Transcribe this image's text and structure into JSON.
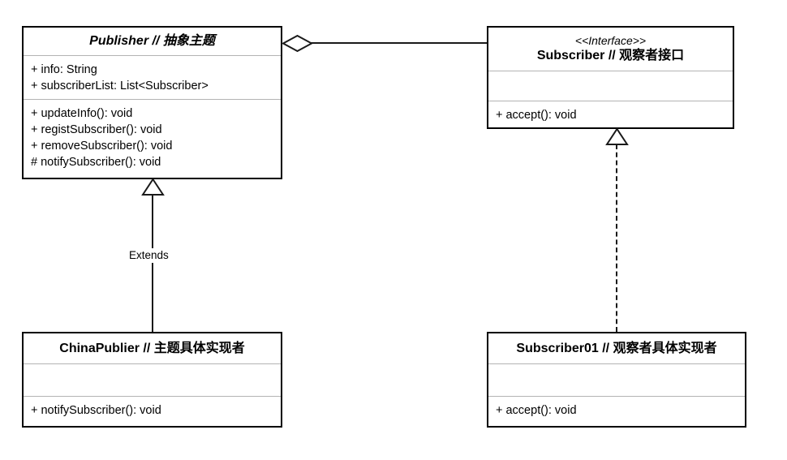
{
  "diagram": {
    "title": "Observer pattern UML class diagram",
    "background_color": "#ffffff",
    "line_color": "#1a1a1a",
    "border_color": "#000000",
    "divider_color": "#b3b3b3"
  },
  "classes": {
    "publisher": {
      "name": "Publisher // 抽象主题",
      "is_abstract": true,
      "attributes": [
        "+ info: String",
        "+ subscriberList: List<Subscriber>"
      ],
      "operations": [
        "+ updateInfo(): void",
        "+ registSubscriber(): void",
        "+ removeSubscriber(): void",
        "# notifySubscriber(): void"
      ]
    },
    "subscriber": {
      "stereotype": "<<Interface>>",
      "name": "Subscriber // 观察者接口",
      "is_abstract": false,
      "attributes": [],
      "operations": [
        "+ accept(): void"
      ]
    },
    "china_publier": {
      "name": "ChinaPublier // 主题具体实现者",
      "is_abstract": false,
      "attributes": [],
      "operations": [
        "+ notifySubscriber(): void"
      ]
    },
    "subscriber01": {
      "name": "Subscriber01 // 观察者具体实现者",
      "is_abstract": false,
      "attributes": [],
      "operations": [
        "+ accept(): void"
      ]
    }
  },
  "relations": {
    "aggregation": {
      "type": "aggregation",
      "marker": "hollow-diamond-icon",
      "from": "Publisher",
      "to": "Subscriber",
      "label": ""
    },
    "generalization": {
      "type": "generalization",
      "marker": "hollow-triangle-icon",
      "from": "ChinaPublier",
      "to": "Publisher",
      "label": "Extends"
    },
    "realization": {
      "type": "realization",
      "marker": "hollow-triangle-icon",
      "from": "Subscriber01",
      "to": "Subscriber",
      "label": ""
    }
  }
}
